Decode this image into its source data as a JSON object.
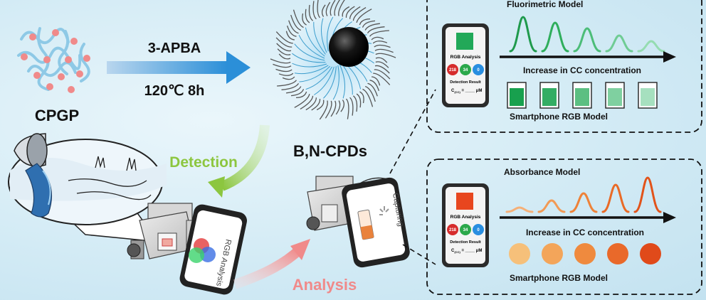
{
  "synthesis": {
    "precursor_label": "CPGP",
    "reagent_label": "3-APBA",
    "condition_label": "120℃ 8h",
    "product_label": "B,N-CPDs"
  },
  "flow": {
    "detection_label": "Detection",
    "analysis_label": "Analysis",
    "detection_color": "#8cc63f",
    "analysis_color": "#f08a8a"
  },
  "device_left": {
    "screen_label": "RGB Analysis"
  },
  "device_right": {
    "screen_label": "Capturing"
  },
  "fluorimetric_panel": {
    "title": "Fluorimetric Model",
    "axis_label": "Increase in CC concentration",
    "subtitle": "Smartphone RGB Model",
    "swatch_color": "#22a858",
    "phone": {
      "header": "RGB Analysis",
      "r": "218",
      "g": "34",
      "b": "0",
      "result_label": "Detection Result"
    },
    "peak_colors": [
      "#1f9a4c",
      "#2fae5c",
      "#4cbd78",
      "#6fcc94",
      "#95dcb1"
    ],
    "vial_colors": [
      "#18a04e",
      "#33ad63",
      "#5cbf82",
      "#7fd0a0",
      "#a6e0bf"
    ]
  },
  "absorbance_panel": {
    "title": "Absorbance Model",
    "axis_label": "Increase in CC concentration",
    "subtitle": "Smartphone RGB Model",
    "swatch_color": "#e8461e",
    "phone": {
      "header": "RGB Analysis",
      "r": "218",
      "g": "34",
      "b": "0",
      "result_label": "Detection Result"
    },
    "peak_colors": [
      "#f5b078",
      "#f29a55",
      "#ee8238",
      "#e96a26",
      "#e2531a"
    ],
    "dot_colors": [
      "#f6c07a",
      "#f3a55a",
      "#ef8a3e",
      "#e9692a",
      "#e04a1a"
    ]
  }
}
